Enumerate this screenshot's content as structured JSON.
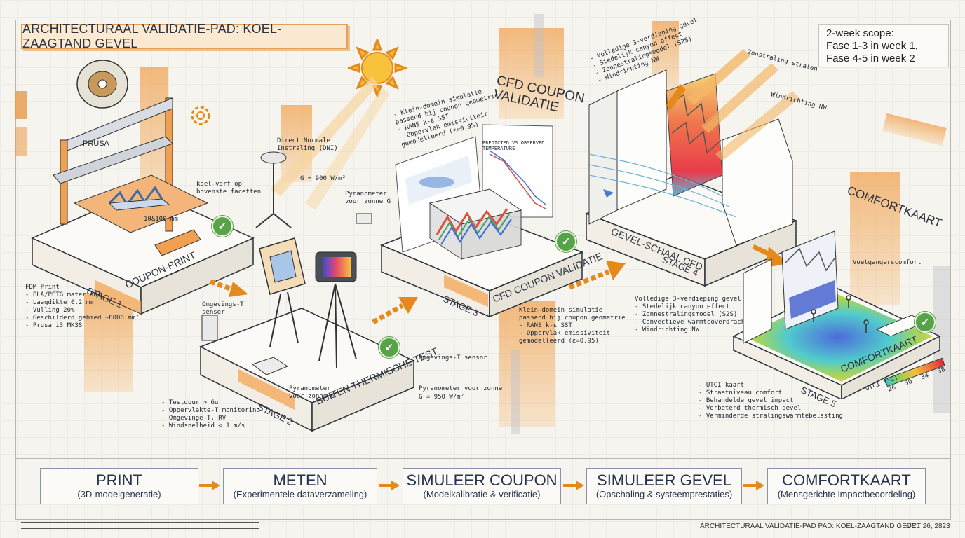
{
  "header": {
    "title": "ARCHITECTURAAL VALIDATIE-PAD: KOEL-ZAAGTAND GEVEL",
    "scope_line1": "2-week scope:",
    "scope_line2": "Fase 1-3 in week 1,",
    "scope_line3": "Fase 4-5 in week 2"
  },
  "stage1": {
    "platform_label": "COUPON-PRINT",
    "stage_label": "STAGE 1",
    "printer_brand": "PRUSA",
    "callout_paint": "koel-verf op\nbovenste facetten",
    "dimension": "10&100 mm",
    "notes": [
      "FDM Print",
      "- PLA/PETG materiaal",
      "- Laagdikte 0.2 mm",
      "- Vulling 20%",
      "- Geschilderd gebied ~8000 mm²",
      "- Prusa i3 MK3S"
    ]
  },
  "stage2": {
    "platform_label": "BUITEN THERMISCHE TEST",
    "stage_label": "STAGE 2",
    "dni_label": "Direct Normale\nInstraling (DNI)",
    "g_label": "G = 900 W/m²",
    "pyranometer_top": "Pyranometer\nvoor zonne G",
    "ambient_label": "Omgevings-T\nsensor",
    "pyranometer_side": "Pyranometer\nvoor zonne G",
    "ambient_right": "Omgevings-T sensor",
    "pyranometer_right": "Pyranometer voor zonne",
    "g_right": "G = 950 W/m²",
    "notes": [
      "- Testduur > 6u",
      "- Oppervlakte-T monitoring",
      "- Omgevinge-T, RV",
      "- Windsnelheid < 1 m/s"
    ]
  },
  "stage3": {
    "platform_label": "CFD COUPON VALIDATIE",
    "stage_label": "STAGE 3",
    "banner_title": "CFD COUPON\nVALIDATIE",
    "top_notes": [
      "- Klein-domein simulatie",
      "passend bij coupon geometrie",
      "- RANS k-ε SST",
      "- Oppervlak emissiviteit",
      "gemodelleerd (ε=0.95)"
    ],
    "graph_title": "PREDICTED VS OBSERVED TEMPERATURE",
    "notes": [
      "Klein-domein simulatie",
      "passend bij coupon geometrie",
      "- RANS k-ε SST",
      "- Oppervlak emissiviteit",
      "gemodelleerd (ε=0.95)"
    ]
  },
  "stage4": {
    "platform_label": "GEVEL-SCHAAL CFD",
    "stage_label": "STAGE 4",
    "top_notes": [
      "- Volledige 3-verdieping gevel",
      "- Stedelijk canyon effect",
      "- Zonnestralingsmodel (S2S)",
      "- Windrichting NW"
    ],
    "sun_rays_label": "Zonstraling stralen",
    "wind_label": "Windrichting NW",
    "notes": [
      "Volledige 3-verdieping gevel",
      "- Stedelijk canyon effect",
      "- Zonnestralingsmodel (S2S)",
      "- Convectieve warmteoverdracht",
      "- Windrichting NW"
    ]
  },
  "stage5": {
    "platform_label": "COMFORTKAART",
    "stage_label": "STAGE 5",
    "banner_title": "COMFORTKAART",
    "pedestrian_label": "Voetgangerscomfort",
    "notes": [
      "- UTCI kaart",
      "- Straatniveau comfort",
      "- Behandelde gevel impact",
      "- Verbeterd thermisch gevel",
      "- Verminderde stralingswarmtebelasting"
    ],
    "legend_title": "UTCI (°C)",
    "legend_ticks": [
      "26",
      "30",
      "34",
      "38"
    ]
  },
  "steps": [
    {
      "title": "PRINT",
      "subtitle": "(3D-modelgeneratie)"
    },
    {
      "title": "METEN",
      "subtitle": "(Experimentele dataverzameling)"
    },
    {
      "title": "SIMULEER COUPON",
      "subtitle": "(Modelkalibratie & verificatie)"
    },
    {
      "title": "SIMULEER GEVEL",
      "subtitle": "(Opschaling & systeemprestaties)"
    },
    {
      "title": "COMFORTKAART",
      "subtitle": "(Mensgerichte impactbeoordeling)"
    }
  ],
  "footer": {
    "title": "ARCHITECTURAAL VALIDATIE-PAD PAD: KOEL-ZAAGTAND GEVEL",
    "date": "OCT 26, 2823"
  },
  "colors": {
    "accent_orange": "#e99a48",
    "check_green": "#58a34a",
    "ink": "#25344e"
  }
}
